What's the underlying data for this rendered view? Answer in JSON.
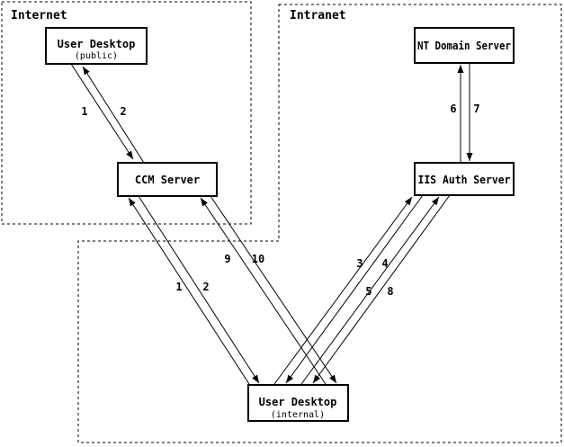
{
  "zones": [
    {
      "label": "Internet"
    },
    {
      "label": "Intranet"
    }
  ],
  "nodes": [
    {
      "id": "user-desktop-public",
      "label": "User Desktop",
      "sublabel": "(public)"
    },
    {
      "id": "ccm-server",
      "label": "CCM Server"
    },
    {
      "id": "nt-domain-server",
      "label": "NT Domain Server"
    },
    {
      "id": "iis-auth-server",
      "label": "IIS Auth Server"
    },
    {
      "id": "user-desktop-internal",
      "label": "User Desktop",
      "sublabel": "(internal)"
    }
  ],
  "messages": [
    {
      "step": "1",
      "from": "user-desktop-public",
      "to": "ccm-server"
    },
    {
      "step": "2",
      "from": "ccm-server",
      "to": "user-desktop-public"
    },
    {
      "step": "1",
      "from": "user-desktop-internal",
      "to": "ccm-server"
    },
    {
      "step": "2",
      "from": "ccm-server",
      "to": "user-desktop-internal"
    },
    {
      "step": "9",
      "from": "user-desktop-internal",
      "to": "ccm-server"
    },
    {
      "step": "10",
      "from": "ccm-server",
      "to": "user-desktop-internal"
    },
    {
      "step": "3",
      "from": "user-desktop-internal",
      "to": "iis-auth-server"
    },
    {
      "step": "4",
      "from": "iis-auth-server",
      "to": "user-desktop-internal"
    },
    {
      "step": "5",
      "from": "user-desktop-internal",
      "to": "iis-auth-server"
    },
    {
      "step": "8",
      "from": "iis-auth-server",
      "to": "user-desktop-internal"
    },
    {
      "step": "6",
      "from": "iis-auth-server",
      "to": "nt-domain-server"
    },
    {
      "step": "7",
      "from": "nt-domain-server",
      "to": "iis-auth-server"
    }
  ],
  "colors": {
    "line": "#000000",
    "background": "#ffffff",
    "text": "#000000"
  }
}
